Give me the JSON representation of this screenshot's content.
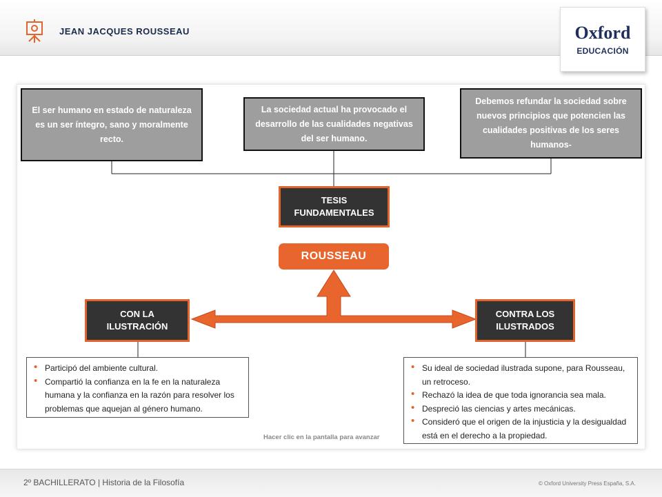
{
  "header": {
    "title": "JEAN JACQUES ROUSSEAU"
  },
  "brand": {
    "name": "Oxford",
    "sub": "EDUCACIÓN"
  },
  "theses": [
    "El ser humano en estado de naturaleza es un ser íntegro, sano y moralmente recto.",
    "La sociedad actual ha provocado el desarrollo de las cualidades negativas del ser humano.",
    "Debemos refundar la sociedad sobre nuevos principios que potencien las cualidades positivas de los seres humanos-"
  ],
  "center": {
    "tesis": "TESIS FUNDAMENTALES",
    "name": "ROUSSEAU"
  },
  "left": {
    "title": "CON LA ILUSTRACIÓN",
    "items": [
      "Participó del ambiente cultural.",
      "Compartió la confianza en la fe en la naturaleza humana y la confianza en la razón para resolver los problemas que aquejan al género humano."
    ]
  },
  "right": {
    "title": "CONTRA LOS ILUSTRADOS",
    "items": [
      "Su ideal de sociedad ilustrada supone, para Rousseau, un retroceso.",
      "Rechazó la idea de que toda ignorancia sea mala.",
      "Despreció las ciencias y artes mecánicas.",
      "Consideró que el origen de la injusticia y la desigualdad está en el derecho a la propiedad."
    ]
  },
  "hint": "Hacer clic en la pantalla para avanzar",
  "footer": {
    "course": "2º BACHILLERATO  | Historia de la Filosofía",
    "copyright": "© Oxford University Press España, S.A."
  },
  "colors": {
    "accent": "#e8662e",
    "dark": "#333333",
    "gray": "#9e9e9e"
  }
}
